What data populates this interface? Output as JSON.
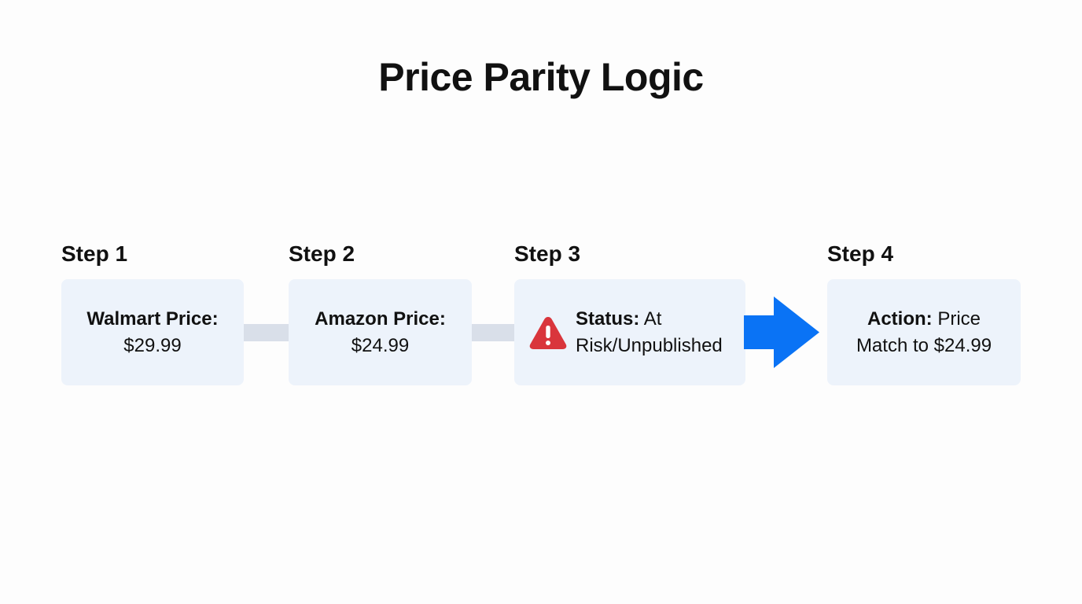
{
  "title": "Price Parity Logic",
  "colors": {
    "card_background": "#edf3fb",
    "connector": "#d9dfe9",
    "arrow": "#0a73f5",
    "warning": "#d9353c"
  },
  "steps": [
    {
      "label": "Step 1",
      "key": "Walmart Price:",
      "value": "$29.99"
    },
    {
      "label": "Step 2",
      "key": "Amazon Price:",
      "value": "$24.99"
    },
    {
      "label": "Step 3",
      "key": "Status:",
      "value_line1": "At",
      "value_line2": "Risk/Unpublished",
      "icon": "warning-triangle-icon"
    },
    {
      "label": "Step 4",
      "key": "Action:",
      "value_line1": "Price",
      "value_line2": "Match to $24.99"
    }
  ],
  "arrow_icon": "arrow-right-icon"
}
